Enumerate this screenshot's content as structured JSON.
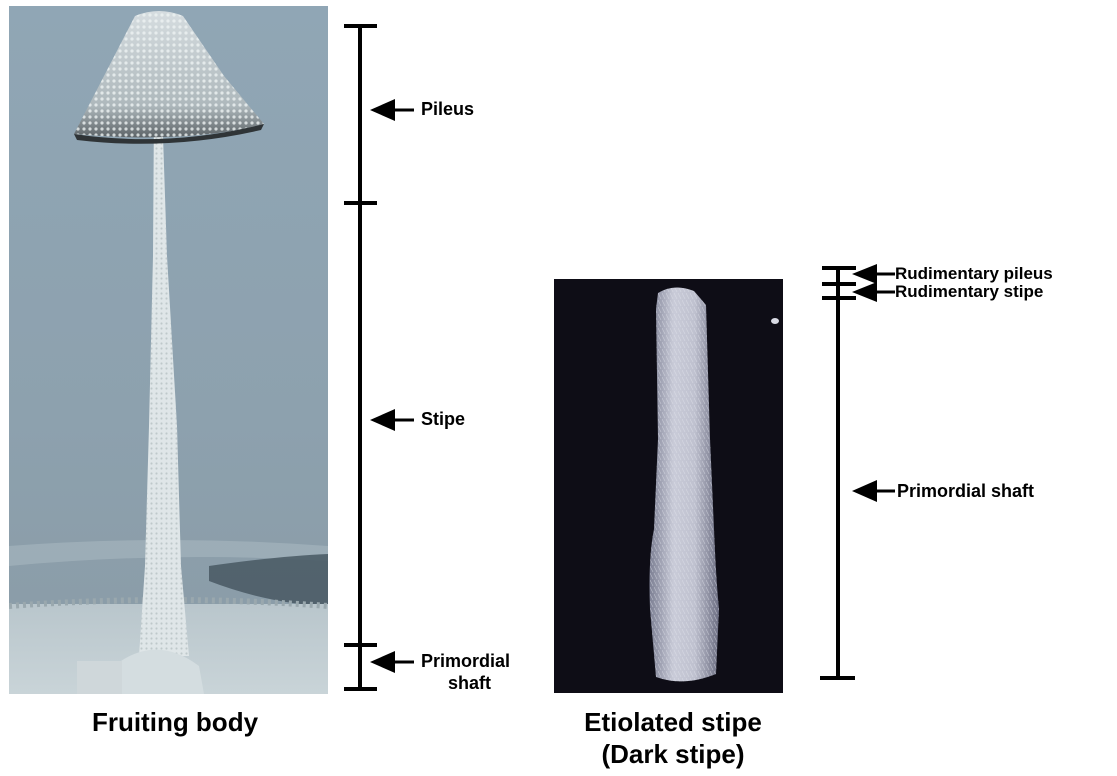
{
  "fruiting_body": {
    "caption": "Fruiting body",
    "labels": {
      "pileus": "Pileus",
      "stipe": "Stipe",
      "primordial_shaft_line1": "Primordial",
      "primordial_shaft_line2": "shaft"
    }
  },
  "etiolated_stipe": {
    "caption_line1": "Etiolated stipe",
    "caption_line2": "(Dark stipe)",
    "labels": {
      "rudimentary_pileus": "Rudimentary pileus",
      "rudimentary_stipe": "Rudimentary stipe",
      "primordial_shaft": "Primordial shaft"
    }
  },
  "colors": {
    "background": "#ffffff",
    "ink": "#000000",
    "photo1_sky": "#8fa4b2",
    "photo2_bg": "#0e0d16"
  }
}
